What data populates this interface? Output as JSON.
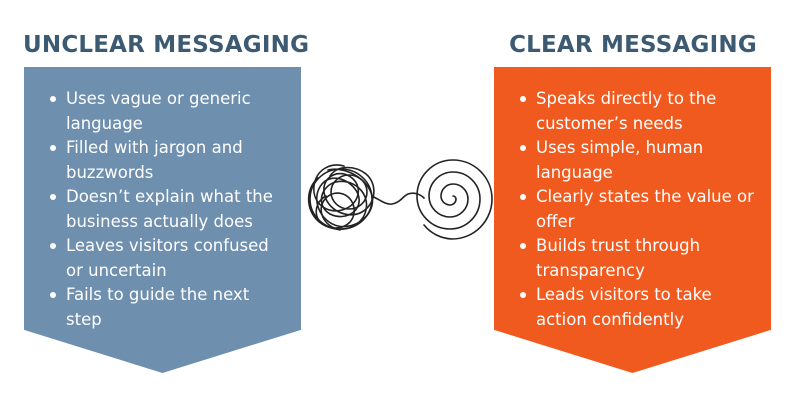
{
  "unclear": {
    "title": "UNCLEAR MESSAGING",
    "items": [
      "Uses vague or generic language",
      "Filled with jargon and buzzwords",
      "Doesn’t explain what the business actually does",
      "Leaves visitors confused or uncertain",
      "Fails to guide the next step"
    ]
  },
  "clear": {
    "title": "CLEAR MESSAGING",
    "items": [
      "Speaks directly to the customer’s needs",
      "Uses simple, human language",
      "Clearly states the value or offer",
      "Builds trust through transparency",
      "Leads visitors to take action confidently"
    ]
  },
  "colors": {
    "heading": "#3d5a73",
    "unclear_panel": "#6f8fae",
    "clear_panel": "#f15a1f",
    "line": "#222222"
  },
  "illustration": {
    "left": "tangled-scribble",
    "right": "spiral",
    "connector": "single-line"
  }
}
